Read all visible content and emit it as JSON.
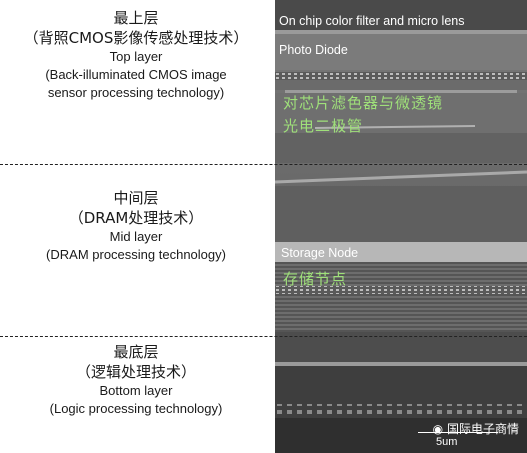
{
  "top": {
    "zh1": "最上层",
    "zh2": "（背照CMOS影像传感处理技术）",
    "en1": "Top layer",
    "en2": "(Back-illuminated CMOS image",
    "en3": "sensor processing technology)"
  },
  "mid": {
    "zh1": "中间层",
    "zh2": "（DRAM处理技术）",
    "en1": "Mid layer",
    "en2": "(DRAM processing technology)"
  },
  "bottom": {
    "zh1": "最底层",
    "zh2": "（逻辑处理技术）",
    "en1": "Bottom layer",
    "en2": "(Logic processing technology)"
  },
  "image": {
    "label_filter": "On chip color filter and micro lens",
    "label_photodiode": "Photo Diode",
    "label_filter_zh": "对芯片滤色器与微透镜",
    "label_photodiode_zh": "光电二极管",
    "label_storage": "Storage Node",
    "label_storage_zh": "存储节点",
    "watermark": "国际电子商情",
    "scale": "5um"
  }
}
